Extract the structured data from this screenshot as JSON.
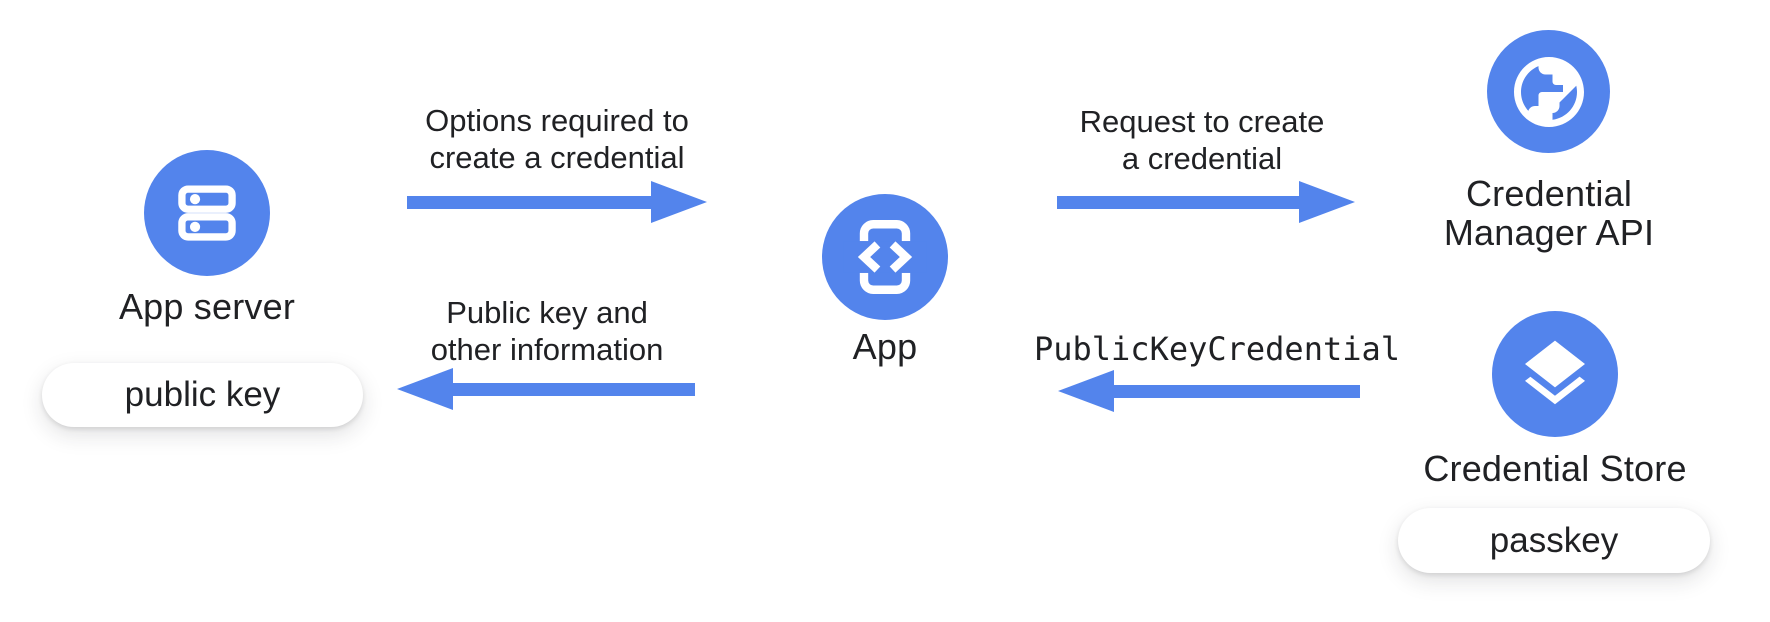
{
  "colors": {
    "accent_blue": "#5384EC",
    "text_dark": "#202124",
    "pill_background": "#ffffff",
    "background": "#ffffff"
  },
  "nodes": {
    "app_server": {
      "label": "App server",
      "icon": "server-icon",
      "badge": "public key"
    },
    "app": {
      "label": "App",
      "icon": "phone-code-icon"
    },
    "credential_manager_api": {
      "label_line1": "Credential",
      "label_line2": "Manager API",
      "icon": "globe-icon"
    },
    "credential_store": {
      "label": "Credential Store",
      "icon": "layers-icon",
      "badge": "passkey"
    }
  },
  "flows": {
    "options": {
      "line1": "Options required to",
      "line2": "create a credential",
      "from": "App server",
      "to": "App",
      "direction": "right"
    },
    "request": {
      "line1": "Request to create",
      "line2": "a credential",
      "from": "App",
      "to": "Credential Manager API",
      "direction": "right"
    },
    "public_key_credential": {
      "label": "PublicKeyCredential",
      "from": "Credential Store",
      "to": "App",
      "direction": "left"
    },
    "public_key_info": {
      "line1": "Public key and",
      "line2": "other information",
      "from": "App",
      "to": "App server",
      "direction": "left"
    }
  }
}
